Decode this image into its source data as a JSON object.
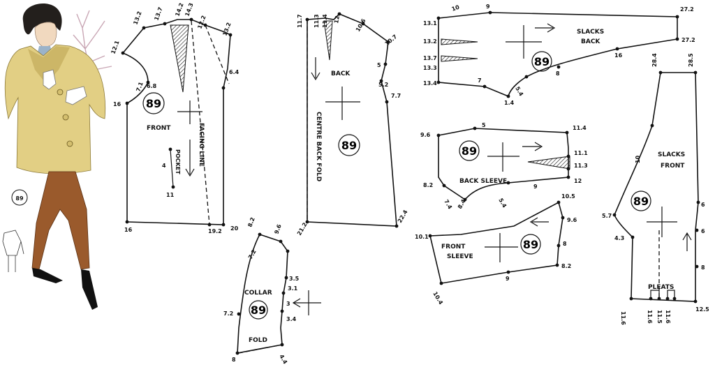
{
  "model_number": "89",
  "illustration": {
    "number_label": "89"
  },
  "pieces": {
    "front": {
      "name": "FRONT",
      "facing_label": "FACING LINE",
      "pocket_label": "POCKET",
      "number": "89",
      "measurements": [
        "13.2",
        "13.7",
        "14.2",
        "14.3",
        "12.2",
        "13.2",
        "12.1",
        "7.1",
        "6.8",
        "16",
        "6.4",
        "16",
        "19.2",
        "20",
        "11",
        "4"
      ]
    },
    "back": {
      "name": "BACK",
      "fold_label": "CENTRE BACK FOLD",
      "number": "89",
      "measurements": [
        "11.7",
        "11.3",
        "11.4",
        "12",
        "10.6",
        "10.7",
        "5",
        "5.2",
        "7.7",
        "21.2",
        "22.4"
      ]
    },
    "collar": {
      "name": "COLLAR",
      "fold_label": "FOLD",
      "number": "89",
      "measurements": [
        "8.2",
        "9.6",
        "7.2",
        "3.5",
        "3.1",
        "3",
        "3.4",
        "7.2",
        "4.4",
        "8"
      ]
    },
    "slacks_back": {
      "name_line1": "SLACKS",
      "name_line2": "BACK",
      "number": "89",
      "measurements": [
        "10",
        "9",
        "27.2",
        "27.2",
        "13.1",
        "13.2",
        "13.7",
        "13.3",
        "13.4",
        "7",
        "5.4",
        "1.4",
        "8",
        "16"
      ]
    },
    "back_sleeve": {
      "name": "BACK SLEEVE",
      "number": "89",
      "measurements": [
        "9.6",
        "5",
        "11.4",
        "11.1",
        "11.3",
        "12",
        "8.2",
        "7.4",
        "8.4",
        "5.4",
        "9"
      ]
    },
    "front_sleeve": {
      "name_line1": "FRONT",
      "name_line2": "SLEEVE",
      "number": "89",
      "measurements": [
        "10.1",
        "10.5",
        "9.6",
        "8",
        "8.2",
        "9",
        "10.4"
      ]
    },
    "slacks_front": {
      "name_line1": "SLACKS",
      "name_line2": "FRONT",
      "pleats_label": "PLEATS",
      "number": "89",
      "measurements": [
        "28.4",
        "28.5",
        "10",
        "6",
        "6",
        "8",
        "5.7",
        "4.3",
        "11.6",
        "11.6",
        "11.5",
        "11.6",
        "12.5"
      ]
    }
  },
  "colors": {
    "ink": "#111111",
    "coat": "#e2cf84",
    "coat_shadow": "#b9a350",
    "trousers": "#9a5a2c",
    "blouse": "#9bb3c9",
    "hair": "#231f1c",
    "skin": "#f1d9bf",
    "branch": "#c9a6b4"
  }
}
